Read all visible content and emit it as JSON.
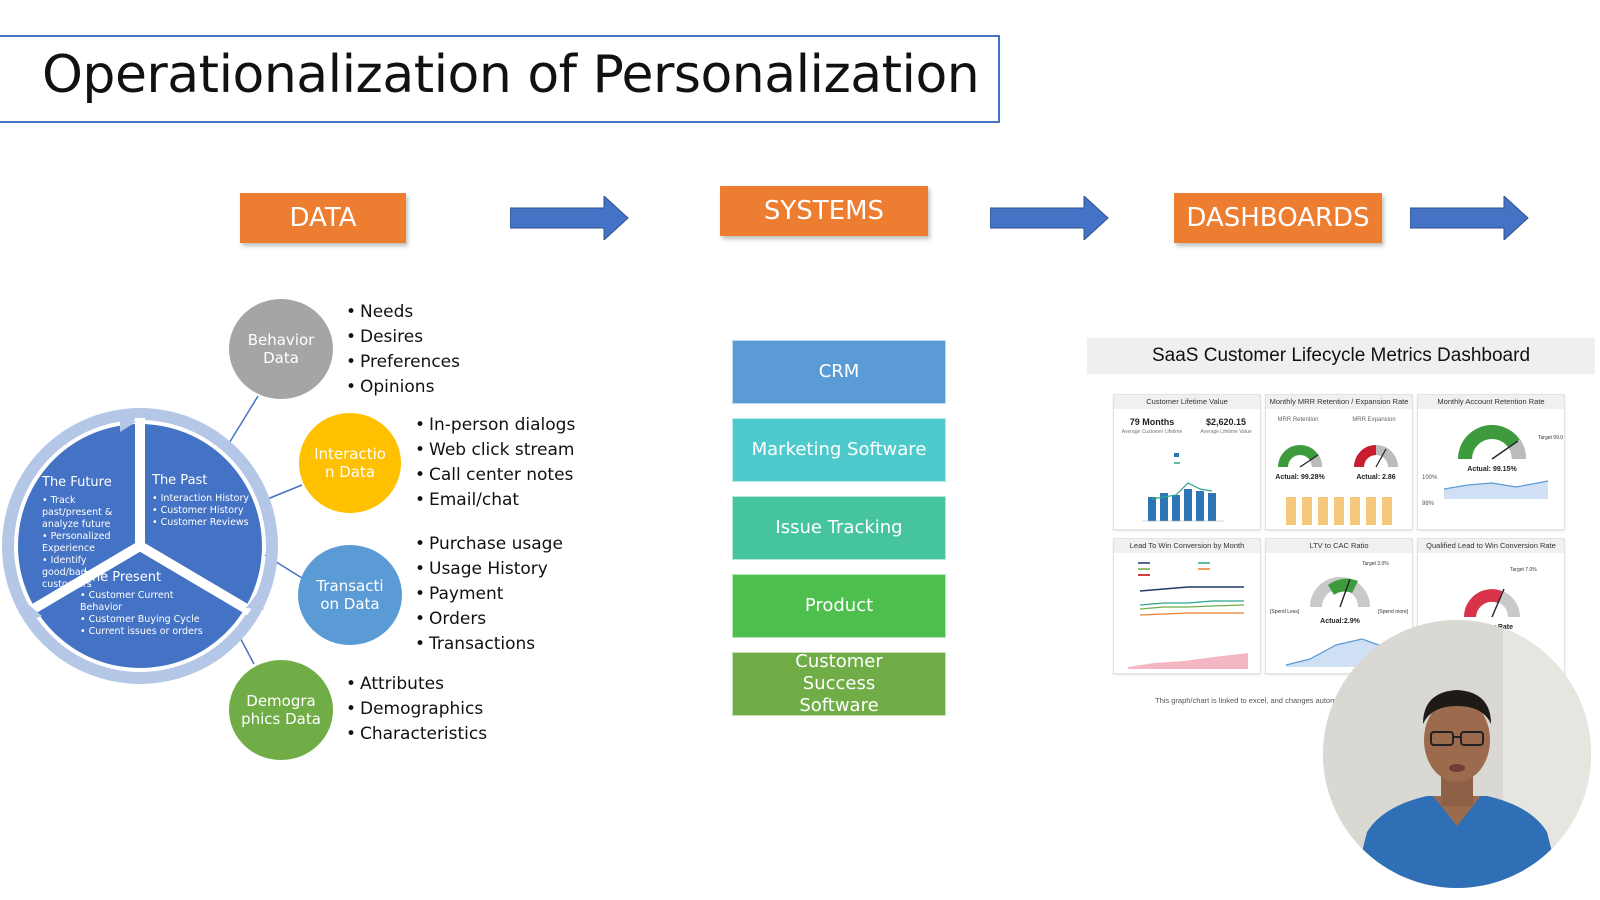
{
  "title": "Operationalization of Personalization",
  "stages": {
    "data": "DATA",
    "systems": "SYSTEMS",
    "dashboards": "DASHBOARDS"
  },
  "colors": {
    "stage_orange": "#ed7d31",
    "arrow_blue": "#4472c4",
    "wheel_blue": "#4472c4",
    "wheel_ring": "#b4c7e7",
    "behavior_gray": "#a5a5a5",
    "interaction_yellow": "#ffc000",
    "transaction_blue": "#5b9bd5",
    "demographics_green": "#70ad47",
    "crm": "#5b9bd5",
    "marketing": "#4fcacc",
    "issue": "#46c4a0",
    "product": "#4cbf4c",
    "success": "#70ad47"
  },
  "data_categories": [
    {
      "label": "Behavior Data",
      "items": [
        "Needs",
        "Desires",
        "Preferences",
        "Opinions"
      ]
    },
    {
      "label": "Interactio n Data",
      "items": [
        "In-person dialogs",
        "Web click stream",
        "Call center notes",
        "Email/chat"
      ]
    },
    {
      "label": "Transacti on Data",
      "items": [
        "Purchase usage",
        "Usage History",
        "Payment",
        "Orders",
        "Transactions"
      ]
    },
    {
      "label": "Demogra phics Data",
      "items": [
        "Attributes",
        "Demographics",
        "Characteristics"
      ]
    }
  ],
  "wheel": {
    "future": {
      "title": "The Future",
      "items": [
        "Track past/present & analyze future",
        "Personalized Experience",
        "Identify good/bad customers"
      ]
    },
    "past": {
      "title": "The Past",
      "items": [
        "Interaction History",
        "Customer History",
        "Customer Reviews"
      ]
    },
    "present": {
      "title": "The Present",
      "items": [
        "Customer Current Behavior",
        "Customer Buying Cycle",
        "Current issues or orders"
      ]
    }
  },
  "systems": [
    "CRM",
    "Marketing Software",
    "Issue Tracking",
    "Product",
    "Customer Success Software"
  ],
  "dashboard": {
    "title": "SaaS Customer Lifecycle Metrics Dashboard",
    "panels": [
      "Customer Lifetime Value",
      "Monthly MRR Retention / Expansion Rate",
      "Monthly Account Retention Rate",
      "Lead To Win Conversion by Month",
      "LTV to CAC Ratio",
      "Qualified Lead to Win Conversion Rate"
    ],
    "clv": {
      "months": "79 Months",
      "months_label": "Average Customer Lifetime",
      "value": "$2,620.15",
      "value_label": "Average Lifetime Value"
    },
    "mrr": {
      "retention_label": "MRR Retention",
      "expansion_label": "MRR Expansion",
      "actual_retention": "Actual: 99.28%",
      "actual_expansion": "Actual: 2.86"
    },
    "account": {
      "actual": "Actual: 99.15%",
      "target": "Target 99.0",
      "y_top": "100%",
      "y_bottom": "98%"
    },
    "ltv": {
      "actual": "Actual:2.9%",
      "target": "Target 3.0%",
      "left": "[Spend Less]",
      "right": "[Spend more]"
    },
    "qualified": {
      "target": "Target 7.0%",
      "conv": "5.7%Conv.Rate"
    },
    "footnote": "This graph/chart is linked to excel, and changes automatic"
  }
}
